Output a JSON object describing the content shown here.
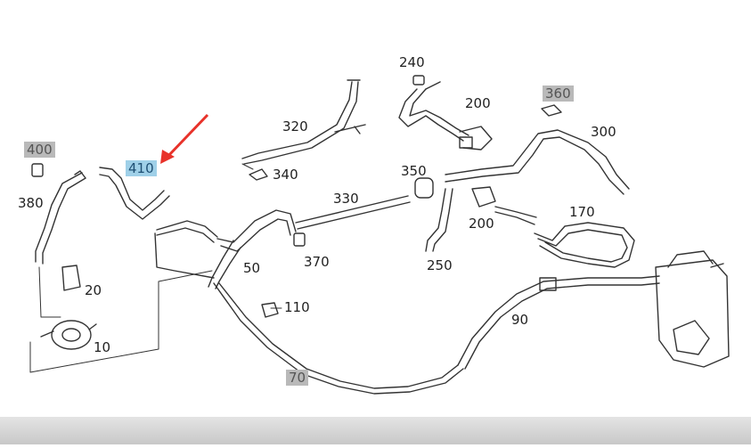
{
  "diagram": {
    "callouts": [
      {
        "id": "c240",
        "text": "240",
        "style": "plain"
      },
      {
        "id": "c200a",
        "text": "200",
        "style": "plain"
      },
      {
        "id": "c360",
        "text": "360",
        "style": "grey"
      },
      {
        "id": "c320",
        "text": "320",
        "style": "plain"
      },
      {
        "id": "c300",
        "text": "300",
        "style": "plain"
      },
      {
        "id": "c400",
        "text": "400",
        "style": "grey"
      },
      {
        "id": "c410",
        "text": "410",
        "style": "blue"
      },
      {
        "id": "c340",
        "text": "340",
        "style": "plain"
      },
      {
        "id": "c350",
        "text": "350",
        "style": "plain"
      },
      {
        "id": "c380",
        "text": "380",
        "style": "plain"
      },
      {
        "id": "c330",
        "text": "330",
        "style": "plain"
      },
      {
        "id": "c170",
        "text": "170",
        "style": "plain"
      },
      {
        "id": "c200b",
        "text": "200",
        "style": "plain"
      },
      {
        "id": "c370",
        "text": "370",
        "style": "plain"
      },
      {
        "id": "c250",
        "text": "250",
        "style": "plain"
      },
      {
        "id": "c50",
        "text": "50",
        "style": "plain"
      },
      {
        "id": "c20",
        "text": "20",
        "style": "plain"
      },
      {
        "id": "c110",
        "text": "110",
        "style": "plain"
      },
      {
        "id": "c90",
        "text": "90",
        "style": "plain"
      },
      {
        "id": "c10",
        "text": "10",
        "style": "plain"
      },
      {
        "id": "c70",
        "text": "70",
        "style": "grey"
      }
    ],
    "colors": {
      "line": "#333333",
      "highlight": "#9fd0e8",
      "grey_tag": "#b9b9b9",
      "arrow": "#e8322a"
    }
  }
}
